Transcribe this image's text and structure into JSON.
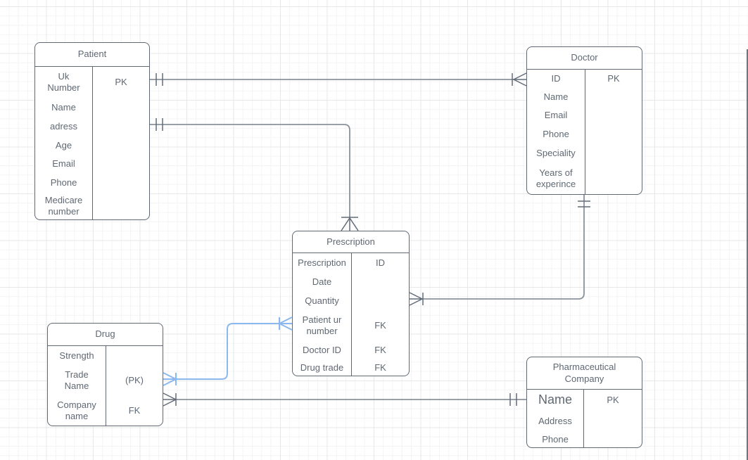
{
  "diagram": {
    "tool": "er-diagram-canvas",
    "entities": {
      "patient": {
        "title": "Patient",
        "rows": [
          {
            "label": "Uk\nNumber",
            "key": "PK"
          },
          {
            "label": "Name",
            "key": ""
          },
          {
            "label": "adress",
            "key": ""
          },
          {
            "label": "Age",
            "key": ""
          },
          {
            "label": "Email",
            "key": ""
          },
          {
            "label": "Phone",
            "key": ""
          },
          {
            "label": "Medicare\nnumber",
            "key": ""
          }
        ]
      },
      "doctor": {
        "title": "Doctor",
        "rows": [
          {
            "label": "ID",
            "key": "PK"
          },
          {
            "label": "Name",
            "key": ""
          },
          {
            "label": "Email",
            "key": ""
          },
          {
            "label": "Phone",
            "key": ""
          },
          {
            "label": "Speciality",
            "key": ""
          },
          {
            "label": "Years of\nexperince",
            "key": ""
          }
        ]
      },
      "prescription": {
        "title": "Prescription",
        "rows": [
          {
            "label": "Prescription",
            "key": "ID"
          },
          {
            "label": "Date",
            "key": ""
          },
          {
            "label": "Quantity",
            "key": ""
          },
          {
            "label": "Patient ur\nnumber",
            "key": "FK"
          },
          {
            "label": "Doctor ID",
            "key": "FK"
          },
          {
            "label": "Drug trade",
            "key": "FK"
          }
        ]
      },
      "drug": {
        "title": "Drug",
        "rows": [
          {
            "label": "Strength",
            "key": ""
          },
          {
            "label": "Trade\nName",
            "key": "(PK)"
          },
          {
            "label": "Company\nname",
            "key": "FK"
          }
        ]
      },
      "pharma": {
        "title": "Pharmaceutical\nCompany",
        "rows": [
          {
            "label": "Name",
            "key": "PK"
          },
          {
            "label": "Address",
            "key": ""
          },
          {
            "label": "Phone",
            "key": ""
          }
        ]
      }
    },
    "edges": [
      {
        "id": "patient-doctor",
        "from": "Patient",
        "to": "Doctor",
        "from_cardinality": "one and only one",
        "to_cardinality": "one or many"
      },
      {
        "id": "patient-prescription",
        "from": "Patient",
        "to": "Prescription",
        "from_cardinality": "one and only one",
        "to_cardinality": "one or many"
      },
      {
        "id": "doctor-prescription",
        "from": "Doctor",
        "to": "Prescription",
        "from_cardinality": "one and only one",
        "to_cardinality": "one or many"
      },
      {
        "id": "drug-prescription",
        "from": "Drug",
        "to": "Prescription",
        "from_cardinality": "one or many",
        "to_cardinality": "one or many",
        "selected": true
      },
      {
        "id": "drug-pharma",
        "from": "Drug",
        "to": "Pharmaceutical Company",
        "from_cardinality": "one or many",
        "to_cardinality": "one and only one"
      }
    ],
    "colors": {
      "entity_stroke": "#5f6873",
      "entity_text": "#5f6873",
      "edge_stroke": "#8b929c",
      "marker_stroke": "#626b77",
      "selected_edge": "#8cb8f0",
      "grid_minor": "#f4f4f5",
      "grid_major": "#e7e8ea",
      "background": "#ffffff"
    }
  }
}
